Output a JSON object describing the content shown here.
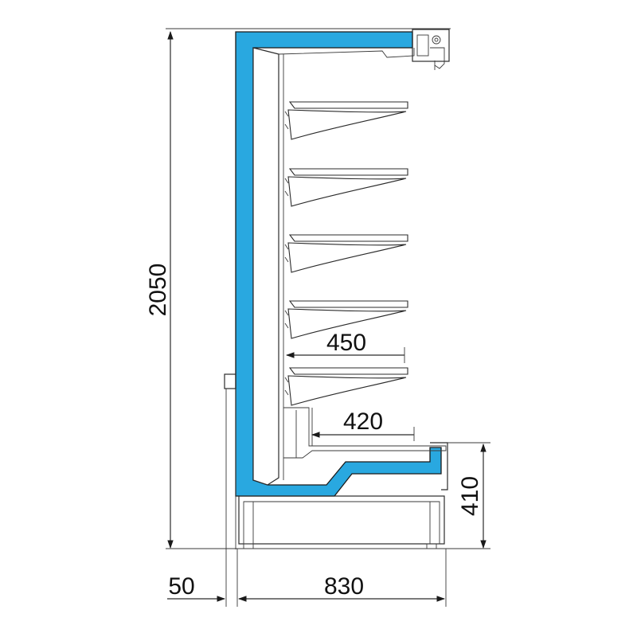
{
  "dimensions": {
    "total_height": "2050",
    "shelf_depth": "450",
    "base_shelf_depth": "420",
    "base_height": "410",
    "back_offset": "50",
    "total_depth": "830"
  },
  "colors": {
    "insulation": "#29a8e0",
    "line": "#2b2b2b"
  }
}
